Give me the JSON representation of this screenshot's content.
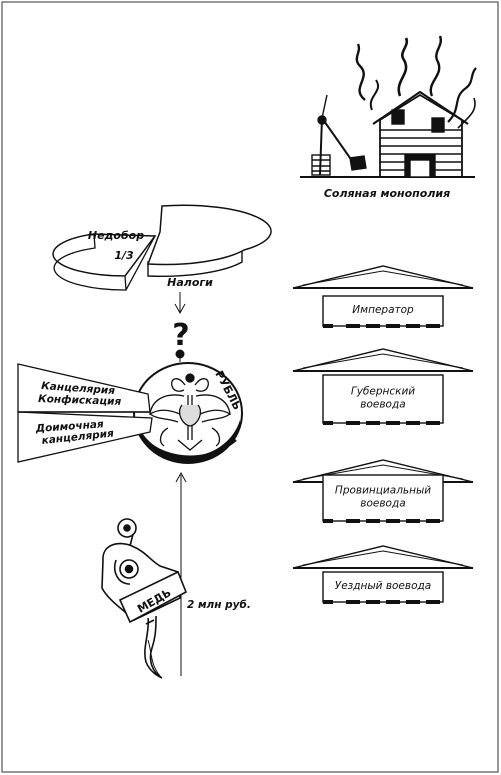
{
  "salt": {
    "caption": "Соляная монополия"
  },
  "pie": {
    "slice_label": "Недобор",
    "fraction": "1/3",
    "band_label": "Налоги"
  },
  "question_mark": "?",
  "coin": {
    "word": "РУБЛЬ"
  },
  "left_labels": {
    "first": [
      "Канцелярия",
      "Конфискация"
    ],
    "second": [
      "Доимочная",
      "канцелярия"
    ]
  },
  "copper": {
    "tag": "МЕДЬ",
    "amount": "2 млн руб."
  },
  "hierarchy": [
    [
      "Император"
    ],
    [
      "Губернский",
      "воевода"
    ],
    [
      "Провинциальный",
      "воевода"
    ],
    [
      "Уездный воевода"
    ]
  ]
}
